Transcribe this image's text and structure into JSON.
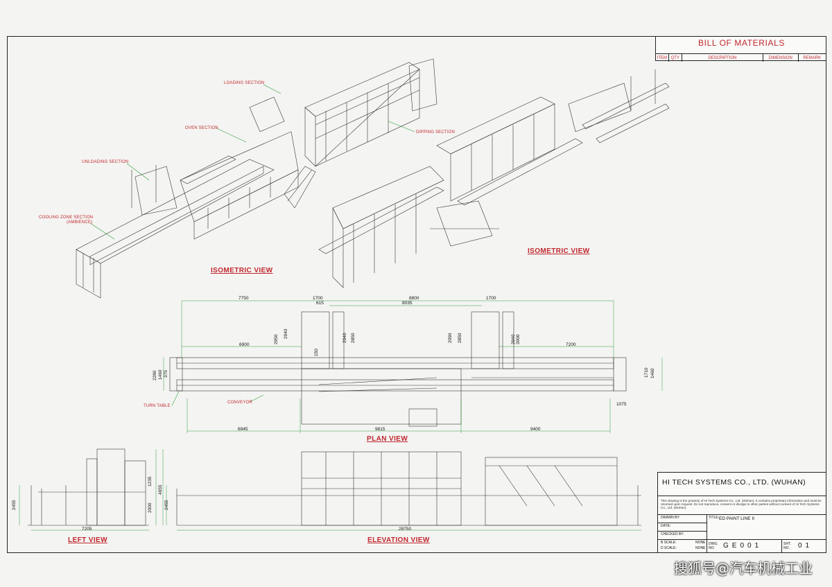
{
  "bom": {
    "title": "BILL OF MATERIALS",
    "columns": [
      "ITEM",
      "QTY",
      "DESCRIPTION",
      "DIMENSION",
      "REMARK"
    ]
  },
  "isometric_left": {
    "labels": {
      "loading": "LOADING SECTION",
      "oven": "OVEN SECTION",
      "dipping": "DIPPING SECTION",
      "unloading": "UNLOADING SECTION",
      "cooling": "COOLING ZONE SECTION",
      "cooling_sub": "(AMBIENCE)"
    },
    "title": "ISOMETRIC VIEW"
  },
  "isometric_right": {
    "title": "ISOMETRIC VIEW"
  },
  "plan": {
    "title": "PLAN VIEW",
    "labels": {
      "turn_table": "TURN TABLE",
      "conveyor": "CONVEYOR"
    },
    "dims": {
      "top_left": "7750",
      "top_1700a": "1700",
      "top_615": "615",
      "top_8800": "8800",
      "top_8035": "8035",
      "top_1700b": "1700",
      "v2940": "2940",
      "v2950": "2950",
      "v2040": "2040",
      "v2850a": "2850",
      "v2090": "2090",
      "v2850b": "2850",
      "v2940b": "2940",
      "v3000": "3000",
      "h6900": "6900",
      "h7200": "7200",
      "v150": "150",
      "v2280": "2280",
      "v1460a": "1460",
      "v375": "375",
      "v1710": "1710",
      "v1460b": "1460",
      "h1075": "1075",
      "b6945": "6945",
      "b9815": "9815",
      "b9400": "9400"
    }
  },
  "left_view": {
    "title": "LEFT VIEW",
    "dims": {
      "v2455": "2455",
      "v1235": "1235",
      "v4655": "4655",
      "v2000": "2000",
      "h7205": "7205"
    }
  },
  "elevation_view": {
    "title": "ELEVATION VIEW",
    "dims": {
      "v2455": "2455",
      "h28750": "28750"
    }
  },
  "title_block": {
    "company": "HI TECH SYSTEMS CO., LTD. (WUHAN)",
    "note": "This drawing is the property of Hi Tech Systems Co., Ltd. (Wuhan). It contains proprietary information and must be returned upon request. Do not reproduce, consent or divulge to other parties without consent of Hi Tech Systems Co., Ltd. (Wuhan).",
    "drawn_by": "DRAWN BY:",
    "date": "DATE:",
    "checked_by": "CHECKED BY:",
    "title_label": "TITLE:",
    "title_value": "ED PAINT LINE II",
    "b_scale": "B SCALE:",
    "b_scale_val": "NONE",
    "d_scale": "D SCALE:",
    "d_scale_val": "NONE",
    "dwg_no_label": "DWG. NO.",
    "dwg_no": "GE001",
    "sht_no_label": "SHT. NO.",
    "sht_no": "01"
  },
  "watermark": "搜狐号@汽车机械工业",
  "colors": {
    "label": "#c0272d",
    "line": "#222222",
    "dim_line": "#2a9d3a",
    "paper": "#f4f4f2"
  }
}
